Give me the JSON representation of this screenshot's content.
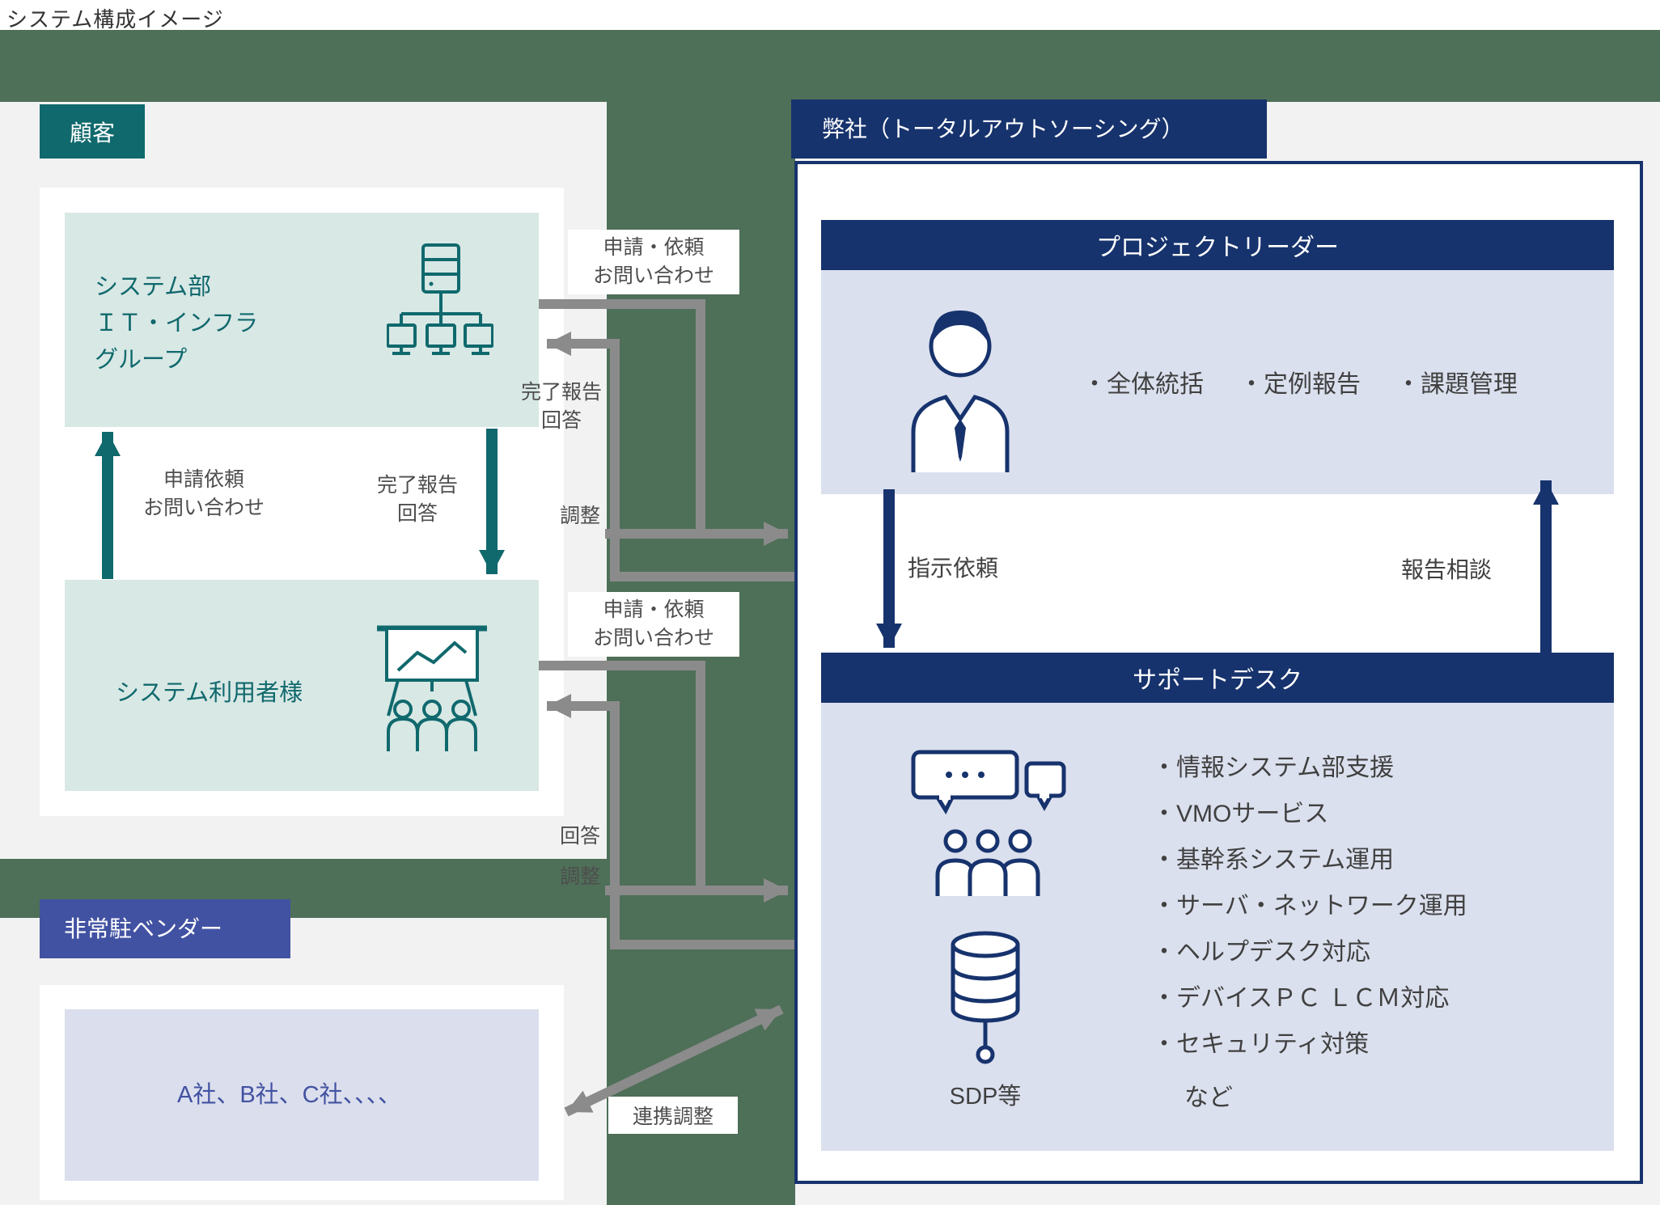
{
  "page": {
    "title": "システム構成イメージ"
  },
  "customer": {
    "label": "顧客",
    "system_dept": {
      "lines": [
        "システム部",
        "ＩＴ・インフラ",
        "グループ"
      ]
    },
    "users": {
      "label": "システム利用者様"
    },
    "request_up": [
      "申請依頼",
      "お問い合わせ"
    ],
    "report_down": [
      "完了報告",
      "回答"
    ]
  },
  "connectors": {
    "top_request": [
      "申請・依頼",
      "お問い合わせ"
    ],
    "top_reply": [
      "完了報告",
      "回答"
    ],
    "top_adjust": "調整",
    "bottom_request": [
      "申請・依頼",
      "お問い合わせ"
    ],
    "bottom_reply": "回答",
    "bottom_adjust": "調整",
    "vendor_link": "連携調整"
  },
  "company": {
    "label": "弊社（トータルアウトソーシング）",
    "project_leader": {
      "title": "プロジェクトリーダー",
      "duties": [
        "・全体統括",
        "・定例報告",
        "・課題管理"
      ]
    },
    "instruct": "指示依頼",
    "report": "報告相談",
    "support_desk": {
      "title": "サポートデスク",
      "sdp": "SDP等",
      "items": [
        "・情報システム部支援",
        "・VMOサービス",
        "・基幹系システム運用",
        "・サーバ・ネットワーク運用",
        "・ヘルプデスク対応",
        "・デバイスＰＣ ＬＣＭ対応",
        "・セキュリティ対策"
      ],
      "etc": "など"
    }
  },
  "vendor": {
    "label": "非常駐ベンダー",
    "companies": "A社、B社、C社、、、、"
  },
  "colors": {
    "green": "#4e6f58",
    "teal": "#10696d",
    "teal_light": "#d8e8e5",
    "navy": "#17336d",
    "navy_light": "#dbe0ee",
    "indigo": "#4252a2",
    "indigo_light": "#dbdeed",
    "arrow_gray": "#8b8b8b"
  }
}
